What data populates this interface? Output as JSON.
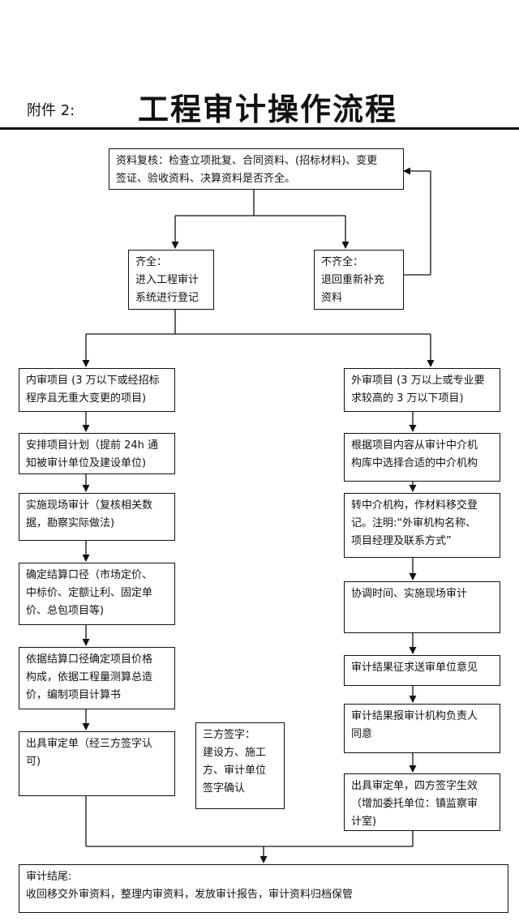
{
  "header": {
    "attachment_label": "附件 2:",
    "title": "工程审计操作流程"
  },
  "boxes": {
    "review": "资料复核：检查立项批复、合同资料、(招标材料)、变更\n签证、验收资料、决算资料是否齐全。",
    "complete": "齐全：\n进入工程审计\n系统进行登记",
    "incomplete": "不齐全：\n退回重新补充\n资料",
    "internal": {
      "type": "内审项目 (3 万以下或经招标\n程序且无重大变更的项目)",
      "plan": "安排项目计划（提前 24h 通\n知被审计单位及建设单位)",
      "onsite": "实施现场审计（复核相关数\n据，勘察实际做法)",
      "caliber": "确定结算口径（市场定价、\n中标价、定额让利、固定单\n价、总包项目等)",
      "compose": "依据结算口径确定项目价格\n构成，依据工程量测算总造\n价，编制项目计算书",
      "issue": "出具审定单（经三方签字认\n可)"
    },
    "three_party": "三方签字：\n建设方、施工\n方、审计单位\n签字确认",
    "external": {
      "type": "外审项目 (3 万以上或专业要\n求较高的 3 万以下项目)",
      "select": "根据项目内容从审计中介机\n构库中选择合适的中介机构",
      "transfer": "转中介机构，作材料移交登\n记。注明:“外审机构名称、\n项目经理及联系方式”",
      "coordinate": "协调时间、实施现场审计",
      "feedback": "审计结果征求送审单位意见",
      "report": "审计结果报审计机构负责人\n同意",
      "issue": "出具审定单，四方签字生效\n（增加委托单位：镇监察审\n计室)"
    },
    "final": "审计结尾:\n收回移交外审资料，整理内审资料，发放审计报告，审计资料归档保管"
  }
}
